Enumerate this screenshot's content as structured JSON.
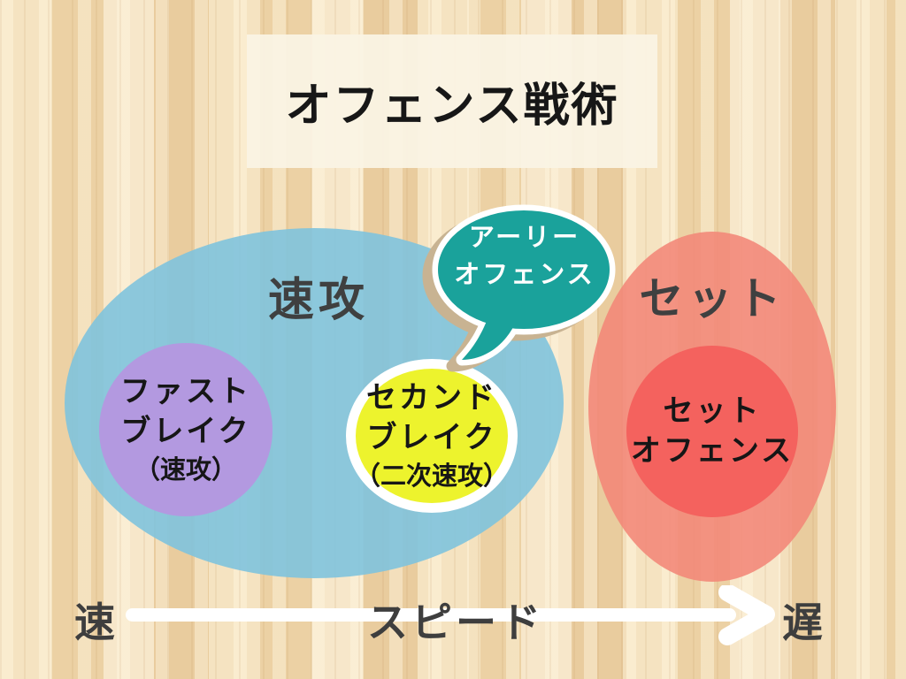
{
  "title": {
    "text": "オフェンス戦術"
  },
  "groups": {
    "fast": {
      "label": "速攻"
    },
    "set": {
      "label": "セット"
    }
  },
  "nodes": {
    "fast_break": {
      "line1": "ファスト",
      "line2": "ブレイク",
      "line3": "（速攻）"
    },
    "second_break": {
      "line1": "セカンド",
      "line2": "ブレイク",
      "line3": "（二次速攻）"
    },
    "set_offense": {
      "line1": "セット",
      "line2": "オフェンス"
    }
  },
  "bubble": {
    "line1": "アーリー",
    "line2": "オフェンス"
  },
  "axis": {
    "left": "速",
    "center": "スピード",
    "right": "遅"
  },
  "colors": {
    "wood_base": "#f0d9b0",
    "banner": "#faf3e4",
    "title_text": "#171717",
    "fast_group_fill": "#80c3dd",
    "set_group_fill": "#f28678",
    "fast_break_fill": "#b399e0",
    "second_break_fill": "#edf32d",
    "set_offense_fill": "#f4625e",
    "bubble_fill": "#1aa29b",
    "bubble_border": "#ffffff",
    "bubble_shadow": "#c8b392",
    "group_label_text": "#3f4040",
    "node_text": "#161616",
    "bubble_text": "#ffffff",
    "axis_text": "#3e3e3e",
    "axis_line": "#ffffff"
  }
}
